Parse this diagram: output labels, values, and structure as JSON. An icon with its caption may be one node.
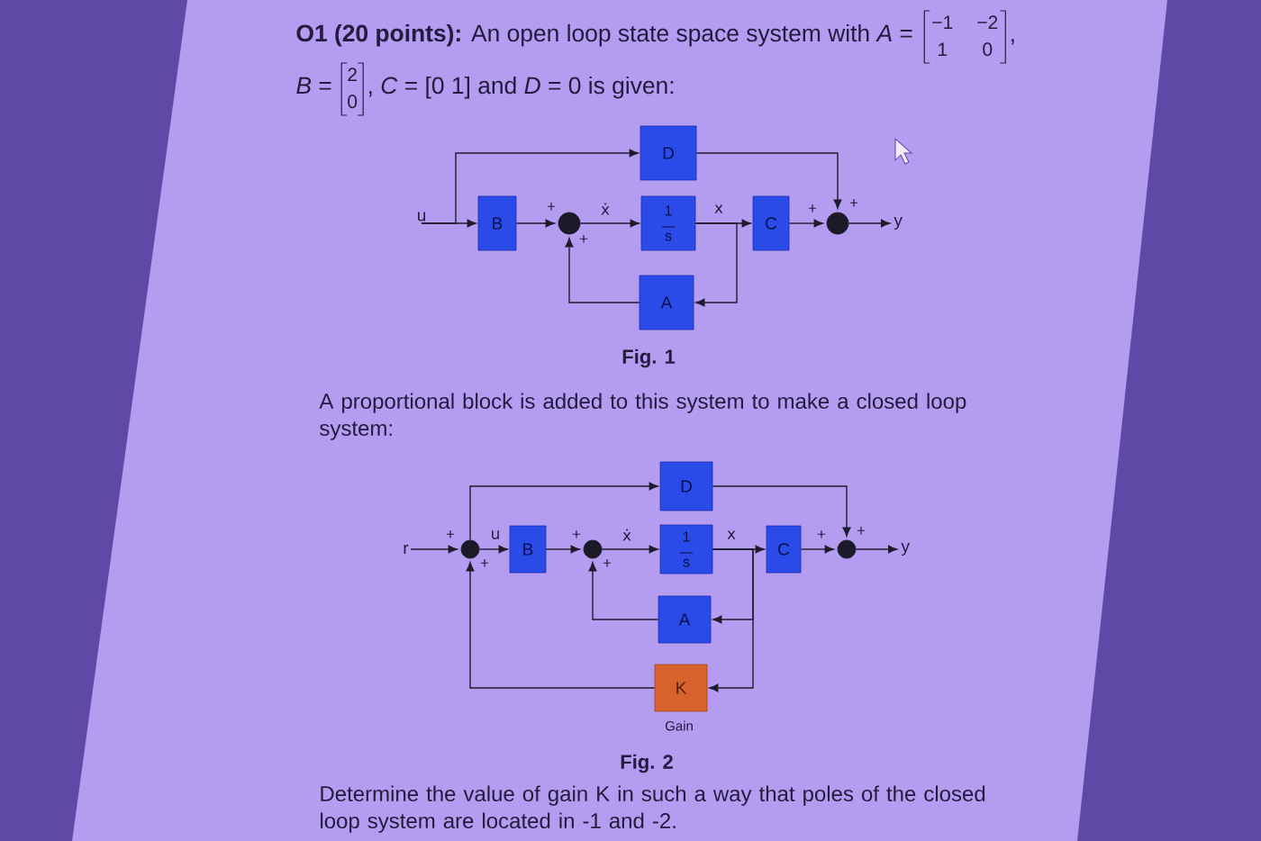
{
  "diagram": {
    "nodes": [
      {
        "text": [
          "D"
        ]
      },
      {
        "text": [
          "u"
        ]
      },
      {
        "text": [
          "B"
        ]
      },
      {
        "text": [],
        "shape": "circle",
        "beside": [
          "+",
          "+"
        ]
      },
      {
        "text": [
          "1",
          "s"
        ]
      },
      {
        "text": [
          "C"
        ]
      },
      {
        "text": [],
        "shape": "circle",
        "beside": [
          "+",
          "+"
        ]
      },
      {
        "text": [
          "y"
        ]
      },
      {
        "text": [
          "A"
        ]
      },
      {
        "text": [
          "D"
        ]
      },
      {
        "text": [
          "r"
        ]
      },
      {
        "text": [],
        "shape": "circle",
        "beside": [
          "+",
          "+"
        ]
      },
      {
        "text": [
          "B"
        ]
      },
      {
        "text": [],
        "shape": "circle",
        "beside": [
          "+",
          "+"
        ]
      },
      {
        "text": [
          "1",
          "s"
        ]
      },
      {
        "text": [
          "C"
        ]
      },
      {
        "text": [],
        "shape": "circle",
        "beside": [
          "+",
          "+"
        ]
      },
      {
        "text": [
          "y"
        ]
      },
      {
        "text": [
          "A"
        ]
      },
      {
        "text": [
          "K"
        ],
        "beside": [
          "Gain"
        ]
      }
    ],
    "edges": [
      {
        "from": 1,
        "to": 2,
        "arrow": "to"
      },
      {
        "from": 1,
        "to": 0,
        "arrow": "to"
      },
      {
        "from": 2,
        "to": 3,
        "arrow": "to"
      },
      {
        "from": 3,
        "to": 4,
        "arrow": "to",
        "label": "ẋ"
      },
      {
        "from": 4,
        "to": 5,
        "arrow": "to",
        "label": "x"
      },
      {
        "from": 4,
        "to": 8,
        "arrow": "to"
      },
      {
        "from": 8,
        "to": 3,
        "arrow": "to"
      },
      {
        "from": 5,
        "to": 6,
        "arrow": "to"
      },
      {
        "from": 0,
        "to": 6,
        "arrow": "to"
      },
      {
        "from": 6,
        "to": 7,
        "arrow": "to"
      },
      {
        "from": 10,
        "to": 11,
        "arrow": "to"
      },
      {
        "from": 11,
        "to": 12,
        "arrow": "to",
        "label": "u"
      },
      {
        "from": 11,
        "to": 9,
        "arrow": "to"
      },
      {
        "from": 12,
        "to": 13,
        "arrow": "to"
      },
      {
        "from": 13,
        "to": 14,
        "arrow": "to",
        "label": "ẋ"
      },
      {
        "from": 14,
        "to": 15,
        "arrow": "to",
        "label": "x"
      },
      {
        "from": 14,
        "to": 18,
        "arrow": "to"
      },
      {
        "from": 14,
        "to": 19,
        "arrow": "to"
      },
      {
        "from": 18,
        "to": 13,
        "arrow": "to"
      },
      {
        "from": 19,
        "to": 11,
        "arrow": "to"
      },
      {
        "from": 15,
        "to": 16,
        "arrow": "to"
      },
      {
        "from": 9,
        "to": 16,
        "arrow": "to"
      },
      {
        "from": 16,
        "to": 17,
        "arrow": "to"
      }
    ],
    "labels": [
      "**O1 (20 points):** An open loop state space system with *A* =",
      "−1",
      "−2",
      "1",
      "0",
      ",",
      "*B* =",
      "2",
      "0",
      ", *C* = [0 1] and *D* = 0 is given:",
      "Fig. 1",
      "A proportional block is added to this system to make a closed loop system:",
      "Fig. 2",
      "Determine the value of gain K in such a way that poles of the closed loop system are located in -1 and -2."
    ]
  }
}
